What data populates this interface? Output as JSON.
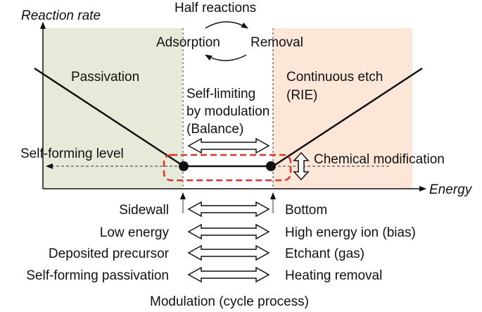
{
  "axes": {
    "y_label": "Reaction rate",
    "x_label": "Energy"
  },
  "regions": {
    "passivation": {
      "label": "Passivation",
      "color": "#e6ead8"
    },
    "continuous_etch": {
      "label_line1": "Continuous etch",
      "label_line2": "(RIE)",
      "color": "#fbe6d7"
    },
    "self_limiting": {
      "line1": "Self-limiting",
      "line2": "by modulation",
      "line3": "(Balance)"
    }
  },
  "half_reactions": {
    "title": "Half reactions",
    "adsorption": "Adsorption",
    "removal": "Removal"
  },
  "levels": {
    "self_forming": "Self-forming level",
    "chemical_modification": "Chemical modification"
  },
  "highlight_color": "#e0302a",
  "pairs": [
    {
      "left": "Sidewall",
      "right": "Bottom"
    },
    {
      "left": "Low energy",
      "right": "High energy ion (bias)"
    },
    {
      "left": "Deposited precursor",
      "right": "Etchant (gas)"
    },
    {
      "left": "Self-forming passivation",
      "right": "Heating removal"
    }
  ],
  "footer": "Modulation (cycle process)"
}
